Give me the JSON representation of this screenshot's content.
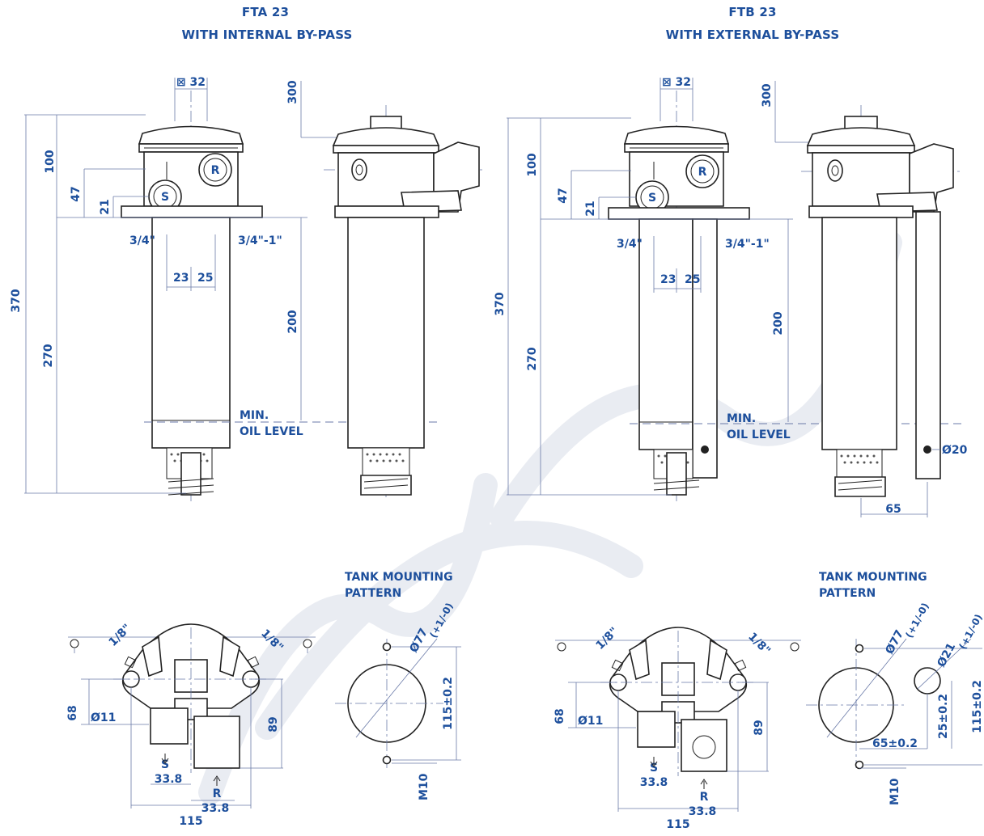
{
  "left": {
    "title": "FTA 23",
    "subtitle": "WITH INTERNAL BY-PASS",
    "dims": {
      "square": "⊠ 32",
      "d300": "300",
      "d100": "100",
      "d47": "47",
      "d21": "21",
      "d370": "370",
      "d270": "270",
      "d200": "200",
      "thread_s": "3/4\"",
      "thread_r": "3/4\"-1\"",
      "d23": "23",
      "d25": "25",
      "min": "MIN.",
      "oil_level": "OIL LEVEL"
    },
    "ports": {
      "s": "S",
      "r": "R"
    },
    "plan": {
      "g1": "1/8\"",
      "g2": "1/8\"",
      "d68": "68",
      "d11": "Ø11",
      "d89": "89",
      "s": "S",
      "r": "R",
      "s338": "33.8",
      "r338": "33.8",
      "d115": "115"
    },
    "tank": {
      "title1": "TANK MOUNTING",
      "title2": "PATTERN",
      "d77": "Ø77",
      "tol": "(+1/-0)",
      "d115": "115±0.2",
      "m10": "M10"
    }
  },
  "right": {
    "title": "FTB 23",
    "subtitle": "WITH EXTERNAL BY-PASS",
    "dims": {
      "square": "⊠ 32",
      "d300": "300",
      "d100": "100",
      "d47": "47",
      "d21": "21",
      "d370": "370",
      "d270": "270",
      "d200": "200",
      "thread_s": "3/4\"",
      "thread_r": "3/4\"-1\"",
      "d23": "23",
      "d25": "25",
      "min": "MIN.",
      "oil_level": "OIL LEVEL",
      "d20": "Ø20",
      "d65": "65"
    },
    "ports": {
      "s": "S",
      "r": "R"
    },
    "plan": {
      "g1": "1/8\"",
      "g2": "1/8\"",
      "d68": "68",
      "d11": "Ø11",
      "d89": "89",
      "s": "S",
      "r": "R",
      "s338": "33.8",
      "r338": "33.8",
      "d115": "115"
    },
    "tank": {
      "title1": "TANK MOUNTING",
      "title2": "PATTERN",
      "d77": "Ø77",
      "d21": "Ø21",
      "tol1": "(+1/-0)",
      "tol2": "(+1/-0)",
      "d115": "115±0.2",
      "d25": "25±0.2",
      "d65": "65±0.2",
      "m10": "M10"
    }
  },
  "colors": {
    "dimension_text": "#1d4f9c",
    "outline": "#222222"
  }
}
